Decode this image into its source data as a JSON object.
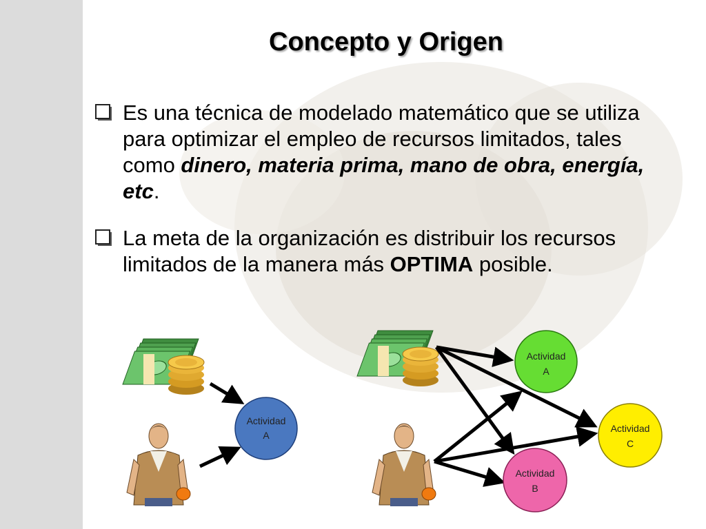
{
  "slide": {
    "title": "Concepto y Origen",
    "bullet1": {
      "part1": "Es una técnica de modelado matemático que se utiliza para optimizar el empleo de recursos limitados, tales como ",
      "emphasis": "dinero, materia prima, mano de obra, energía, etc",
      "part2": "."
    },
    "bullet2": {
      "part1": "La meta de la organización es distribuir los recursos limitados de la manera más ",
      "emphasis": "OPTIMA",
      "part2": " posible."
    }
  },
  "diagram_left": {
    "node_a": {
      "line1": "Actividad",
      "line2": "A",
      "color": "#4a78c0"
    }
  },
  "diagram_right": {
    "node_a": {
      "line1": "Actividad",
      "line2": "A",
      "color": "#66dd33"
    },
    "node_b": {
      "line1": "Actividad",
      "line2": "B",
      "color": "#ee66aa"
    },
    "node_c": {
      "line1": "Actividad",
      "line2": "C",
      "color": "#ffee00"
    }
  },
  "icons": [
    "money-icon",
    "worker-icon",
    "checkbox-bullet-icon"
  ]
}
